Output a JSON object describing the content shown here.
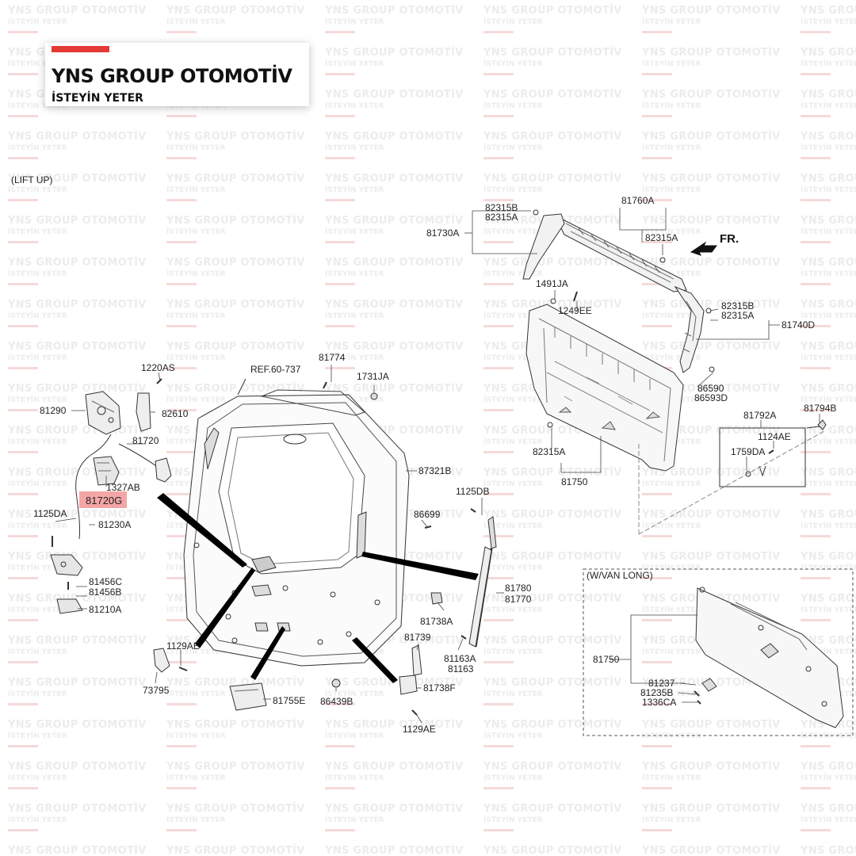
{
  "brand": {
    "name": "YNS GROUP OTOMOTİV",
    "slogan": "İSTEYİN YETER",
    "accent_color": "#e53935"
  },
  "watermark": {
    "line1": "YNS GROUP OTOMOTİV",
    "line2": "İSTEYİN YETER"
  },
  "diagram": {
    "captions": {
      "lift_up": "(LIFT UP)",
      "wvan_long": "(W/VAN LONG)",
      "ref": "REF.60-737",
      "direction": "FR."
    },
    "highlight_color": "#f4a6a6",
    "part_labels": [
      {
        "id": "1220AS",
        "text": "1220AS"
      },
      {
        "id": "81290",
        "text": "81290"
      },
      {
        "id": "82610",
        "text": "82610"
      },
      {
        "id": "81720",
        "text": "81720"
      },
      {
        "id": "1327AB",
        "text": "1327AB"
      },
      {
        "id": "81720G",
        "text": "81720G",
        "highlighted": true
      },
      {
        "id": "1125DA",
        "text": "1125DA"
      },
      {
        "id": "81230A",
        "text": "81230A"
      },
      {
        "id": "81456C",
        "text": "81456C"
      },
      {
        "id": "81456B",
        "text": "81456B"
      },
      {
        "id": "81210A",
        "text": "81210A"
      },
      {
        "id": "1129AE-a",
        "text": "1129AE"
      },
      {
        "id": "73795",
        "text": "73795"
      },
      {
        "id": "81755E",
        "text": "81755E"
      },
      {
        "id": "86439B",
        "text": "86439B"
      },
      {
        "id": "81774",
        "text": "81774"
      },
      {
        "id": "1731JA",
        "text": "1731JA"
      },
      {
        "id": "87321B",
        "text": "87321B"
      },
      {
        "id": "86699",
        "text": "86699"
      },
      {
        "id": "1125DB",
        "text": "1125DB"
      },
      {
        "id": "81780",
        "text": "81780"
      },
      {
        "id": "81770",
        "text": "81770"
      },
      {
        "id": "81738A",
        "text": "81738A"
      },
      {
        "id": "81739",
        "text": "81739"
      },
      {
        "id": "81163A",
        "text": "81163A"
      },
      {
        "id": "81163",
        "text": "81163"
      },
      {
        "id": "81738F",
        "text": "81738F"
      },
      {
        "id": "1129AE-b",
        "text": "1129AE"
      },
      {
        "id": "82315B-a",
        "text": "82315B"
      },
      {
        "id": "82315A-a",
        "text": "82315A"
      },
      {
        "id": "81730A",
        "text": "81730A"
      },
      {
        "id": "81760A",
        "text": "81760A"
      },
      {
        "id": "82315A-b",
        "text": "82315A"
      },
      {
        "id": "1491JA",
        "text": "1491JA"
      },
      {
        "id": "1249EE",
        "text": "1249EE"
      },
      {
        "id": "82315B-b",
        "text": "82315B"
      },
      {
        "id": "82315A-c",
        "text": "82315A"
      },
      {
        "id": "81740D",
        "text": "81740D"
      },
      {
        "id": "86590",
        "text": "86590"
      },
      {
        "id": "86593D",
        "text": "86593D"
      },
      {
        "id": "81792A",
        "text": "81792A"
      },
      {
        "id": "81794B",
        "text": "81794B"
      },
      {
        "id": "1124AE",
        "text": "1124AE"
      },
      {
        "id": "1759DA",
        "text": "1759DA"
      },
      {
        "id": "82315A-d",
        "text": "82315A"
      },
      {
        "id": "81750-a",
        "text": "81750"
      },
      {
        "id": "81750-b",
        "text": "81750"
      },
      {
        "id": "81237",
        "text": "81237"
      },
      {
        "id": "81235B",
        "text": "81235B"
      },
      {
        "id": "1336CA",
        "text": "1336CA"
      }
    ]
  }
}
